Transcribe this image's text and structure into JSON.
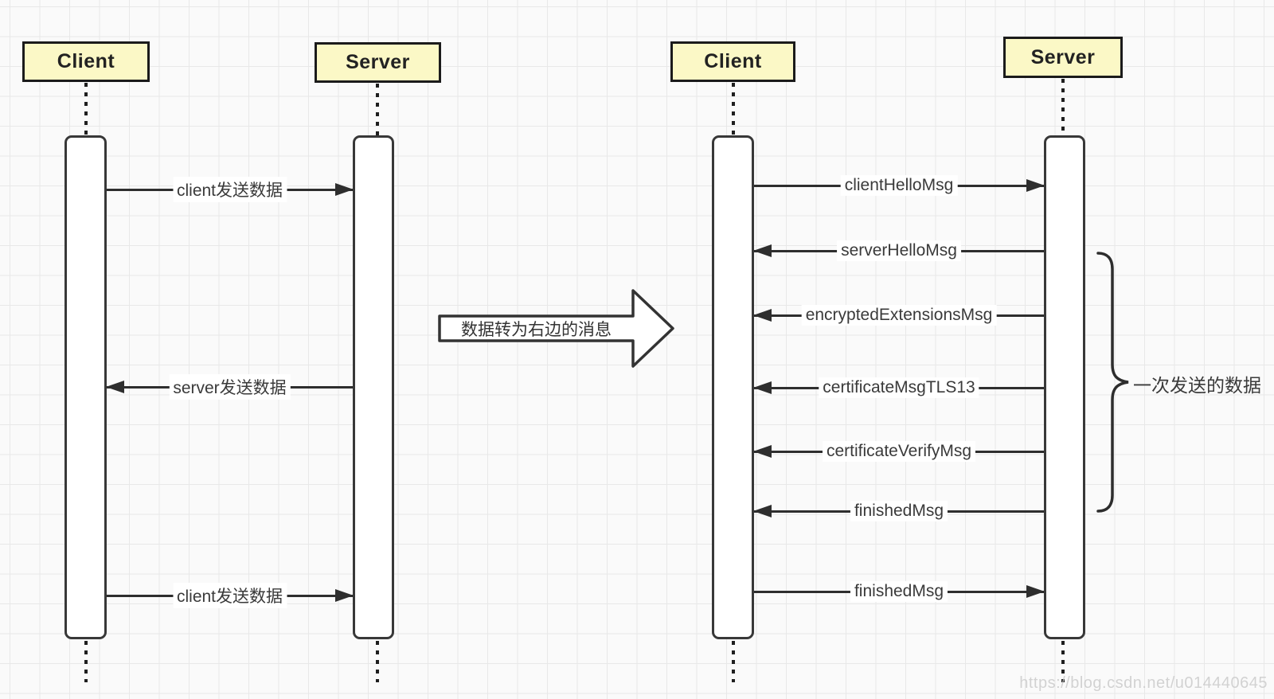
{
  "left_diagram": {
    "actors": [
      {
        "label": "Client"
      },
      {
        "label": "Server"
      }
    ],
    "messages": [
      {
        "label": "client发送数据",
        "direction": "right",
        "from": "Client",
        "to": "Server"
      },
      {
        "label": "server发送数据",
        "direction": "left",
        "from": "Server",
        "to": "Client"
      },
      {
        "label": "client发送数据",
        "direction": "right",
        "from": "Client",
        "to": "Server"
      }
    ]
  },
  "transform_arrow": {
    "label": "数据转为右边的消息"
  },
  "right_diagram": {
    "actors": [
      {
        "label": "Client"
      },
      {
        "label": "Server"
      }
    ],
    "messages": [
      {
        "label": "clientHelloMsg",
        "direction": "right",
        "from": "Client",
        "to": "Server"
      },
      {
        "label": "serverHelloMsg",
        "direction": "left",
        "from": "Server",
        "to": "Client"
      },
      {
        "label": "encryptedExtensionsMsg",
        "direction": "left",
        "from": "Server",
        "to": "Client"
      },
      {
        "label": "certificateMsgTLS13",
        "direction": "left",
        "from": "Server",
        "to": "Client"
      },
      {
        "label": "certificateVerifyMsg",
        "direction": "left",
        "from": "Server",
        "to": "Client"
      },
      {
        "label": "finishedMsg",
        "direction": "left",
        "from": "Server",
        "to": "Client"
      },
      {
        "label": "finishedMsg",
        "direction": "right",
        "from": "Client",
        "to": "Server"
      }
    ],
    "brace_label": "一次发送的数据"
  },
  "watermark": "https://blog.csdn.net/u014440645",
  "colors": {
    "background": "#FAFAFA",
    "grid_line": "#E8E8E8",
    "actor_fill": "#FBF8C6",
    "actor_border": "#1B1B1B",
    "arrow_line": "#2E2E2E",
    "label_text": "#3A3A3A",
    "watermark_text": "#C9C9C9"
  }
}
